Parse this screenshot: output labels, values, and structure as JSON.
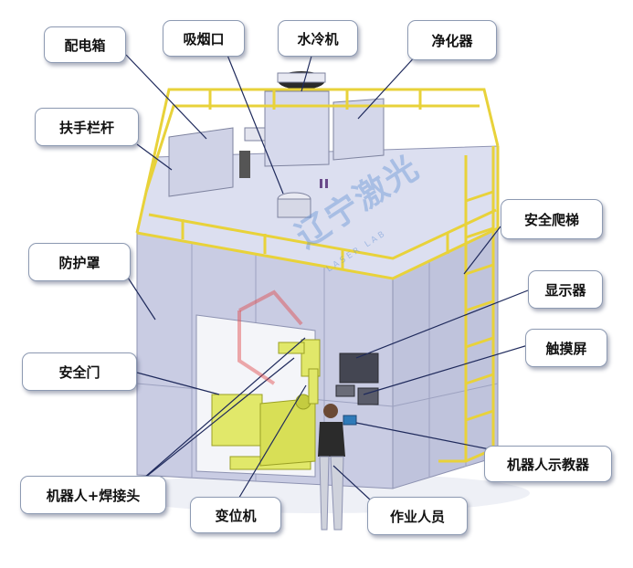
{
  "labels": {
    "distribution_box": "配电箱",
    "fume_inlet": "吸烟口",
    "water_chiller": "水冷机",
    "purifier": "净化器",
    "handrail": "扶手栏杆",
    "safety_ladder": "安全爬梯",
    "protective_cover": "防护罩",
    "display": "显示器",
    "touchscreen": "触摸屏",
    "safety_door": "安全门",
    "robot_pendant": "机器人示教器",
    "robot_welding_head": "机器人+焊接头",
    "positioner": "变位机",
    "operator": "作业人员"
  },
  "watermark": {
    "main": "辽宁激光",
    "sub": "LASER LAB"
  },
  "colors": {
    "frame": "#c8cbe2",
    "frame_edge": "#8e93b2",
    "railing": "#e8d23a",
    "leader_line": "#1f2a5c",
    "callout_border": "#8d9ab2",
    "positioner": "#e1e86a"
  }
}
